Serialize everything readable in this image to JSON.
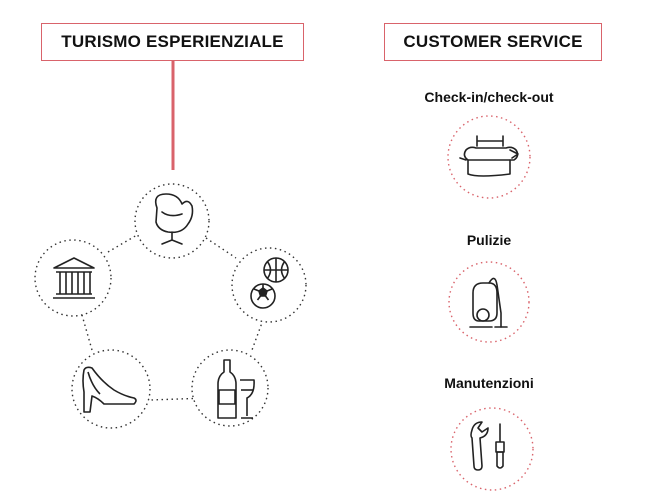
{
  "left_section": {
    "title": "TURISMO ESPERIENZIALE",
    "nodes": [
      {
        "name": "egg-chair-icon"
      },
      {
        "name": "sports-balls-icon"
      },
      {
        "name": "wine-bottle-glass-icon"
      },
      {
        "name": "high-heel-shoe-icon"
      },
      {
        "name": "museum-temple-icon"
      }
    ]
  },
  "right_section": {
    "title": "CUSTOMER SERVICE",
    "services": [
      {
        "label": "Check-in/check-out",
        "icon": "bed-icon"
      },
      {
        "label": "Pulizie",
        "icon": "vacuum-cleaner-icon"
      },
      {
        "label": "Manutenzioni",
        "icon": "wrench-screwdriver-icon"
      }
    ]
  },
  "colors": {
    "accent": "#d9636b",
    "dotted_ring": "#333333",
    "text": "#111111"
  }
}
